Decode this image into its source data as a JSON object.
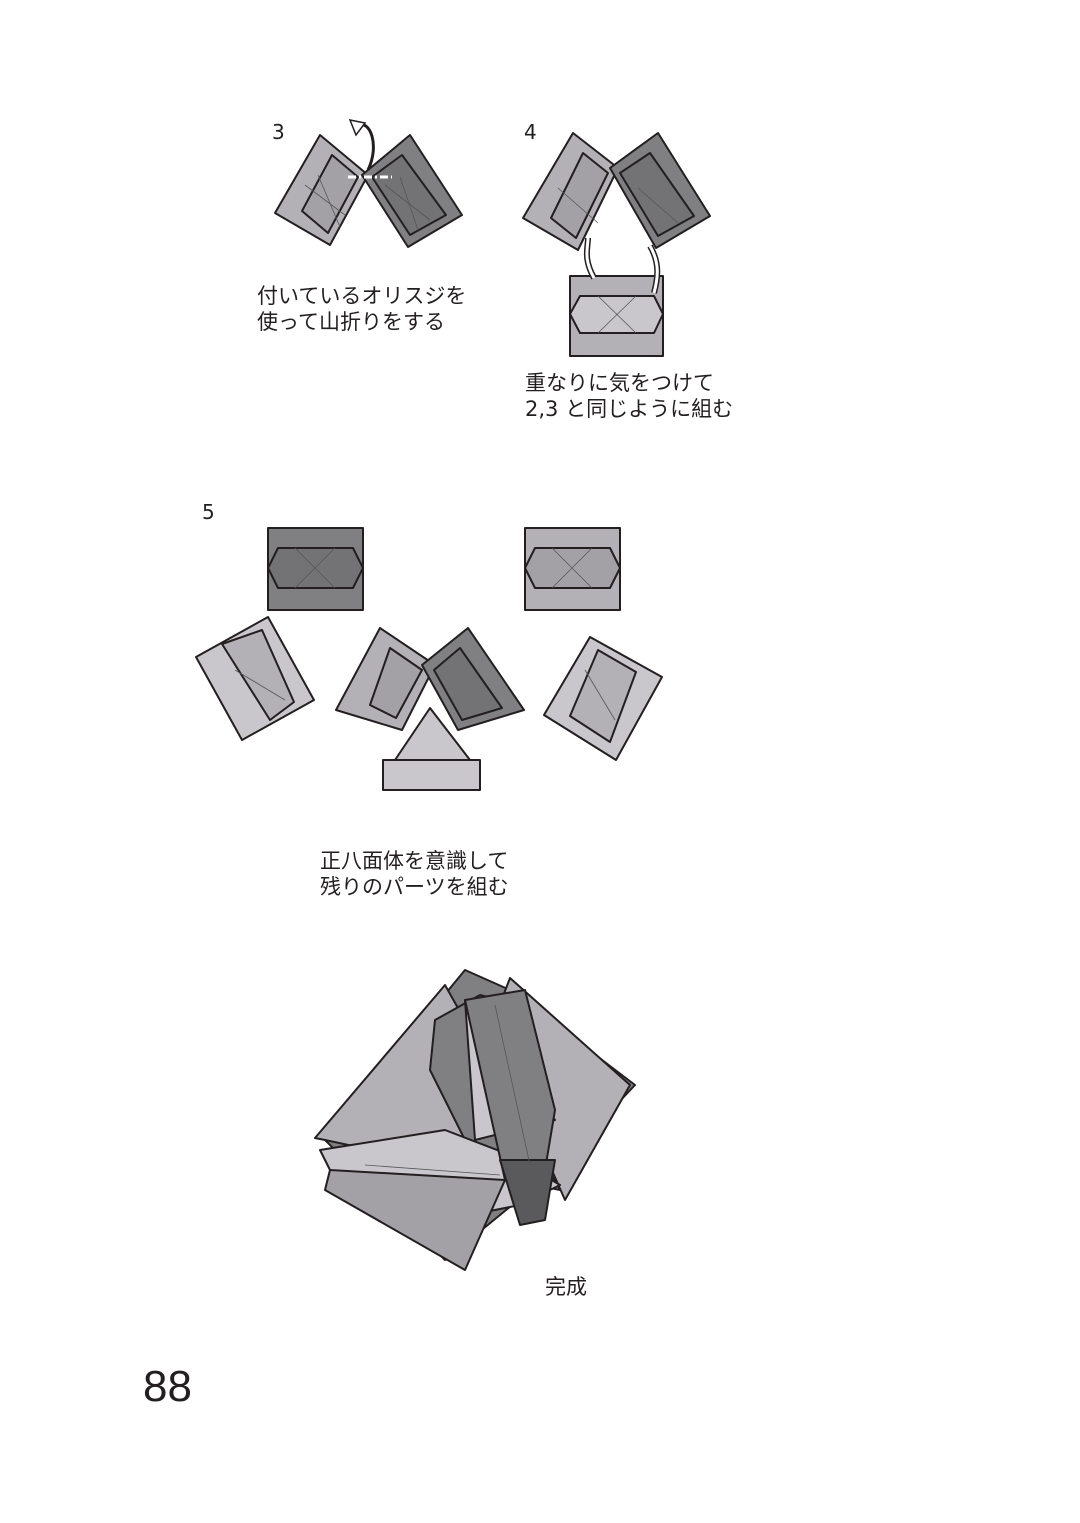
{
  "page_number": "88",
  "steps": [
    {
      "number": "3",
      "caption_lines": [
        "付いているオリスジを",
        "使って山折りをする"
      ]
    },
    {
      "number": "4",
      "caption_lines": [
        "重なりに気をつけて",
        "2,3 と同じように組む"
      ]
    },
    {
      "number": "5",
      "caption_lines": [
        "正八面体を意識して",
        "残りのパーツを組む"
      ]
    }
  ],
  "final_caption": "完成",
  "colors": {
    "light": "#b3b1b6",
    "dark": "#808083",
    "pale": "#c9c7cc",
    "darkest": "#5a5a5d",
    "line": "#231f20"
  }
}
